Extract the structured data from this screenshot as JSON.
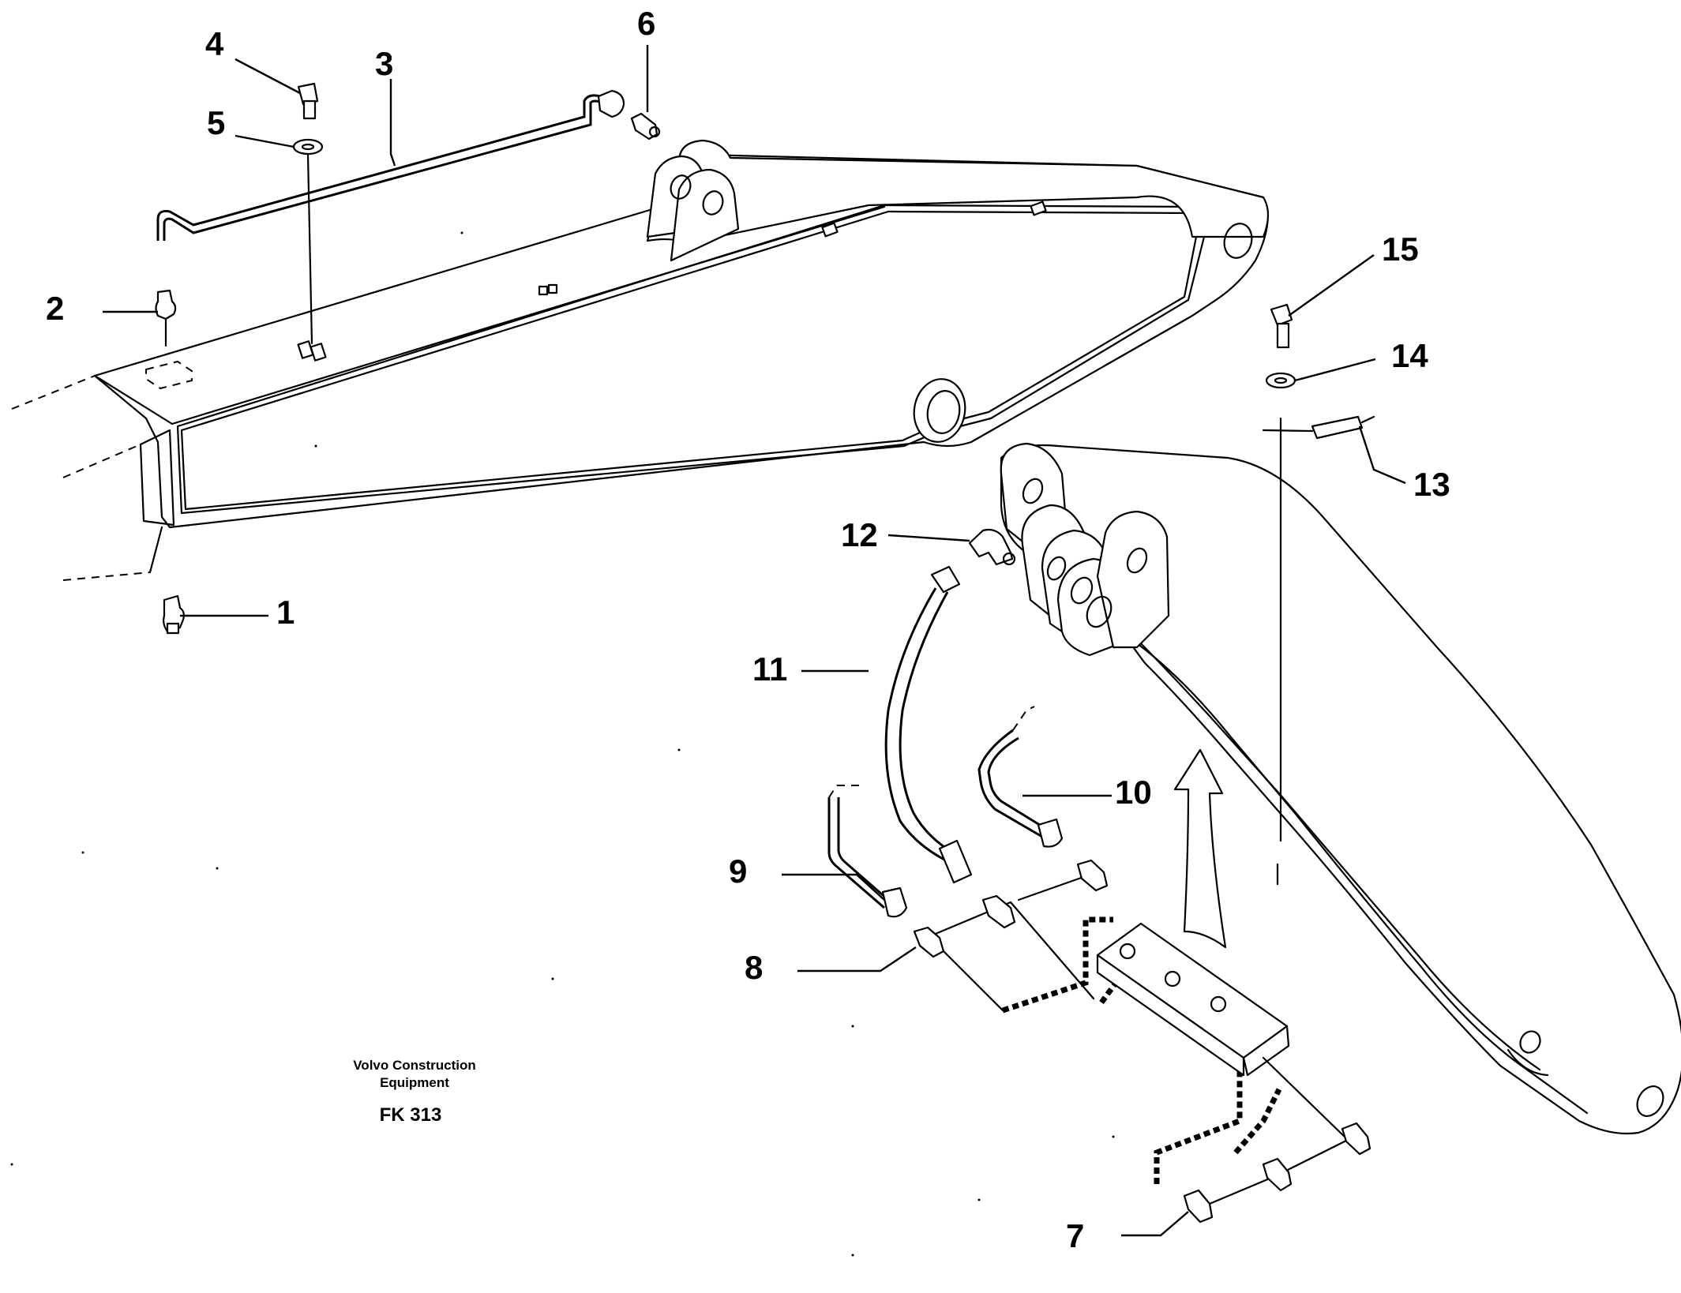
{
  "callouts": [
    {
      "id": "1",
      "label": "1"
    },
    {
      "id": "2",
      "label": "2"
    },
    {
      "id": "3",
      "label": "3"
    },
    {
      "id": "4",
      "label": "4"
    },
    {
      "id": "5",
      "label": "5"
    },
    {
      "id": "6",
      "label": "6"
    },
    {
      "id": "7",
      "label": "7"
    },
    {
      "id": "8",
      "label": "8"
    },
    {
      "id": "9",
      "label": "9"
    },
    {
      "id": "10",
      "label": "10"
    },
    {
      "id": "11",
      "label": "11"
    },
    {
      "id": "12",
      "label": "12"
    },
    {
      "id": "13",
      "label": "13"
    },
    {
      "id": "14",
      "label": "14"
    },
    {
      "id": "15",
      "label": "15"
    }
  ],
  "footer": {
    "company_line1": "Volvo Construction",
    "company_line2": "Equipment",
    "code": "FK 313"
  },
  "colors": {
    "ink": "#000000",
    "paper": "#ffffff"
  }
}
